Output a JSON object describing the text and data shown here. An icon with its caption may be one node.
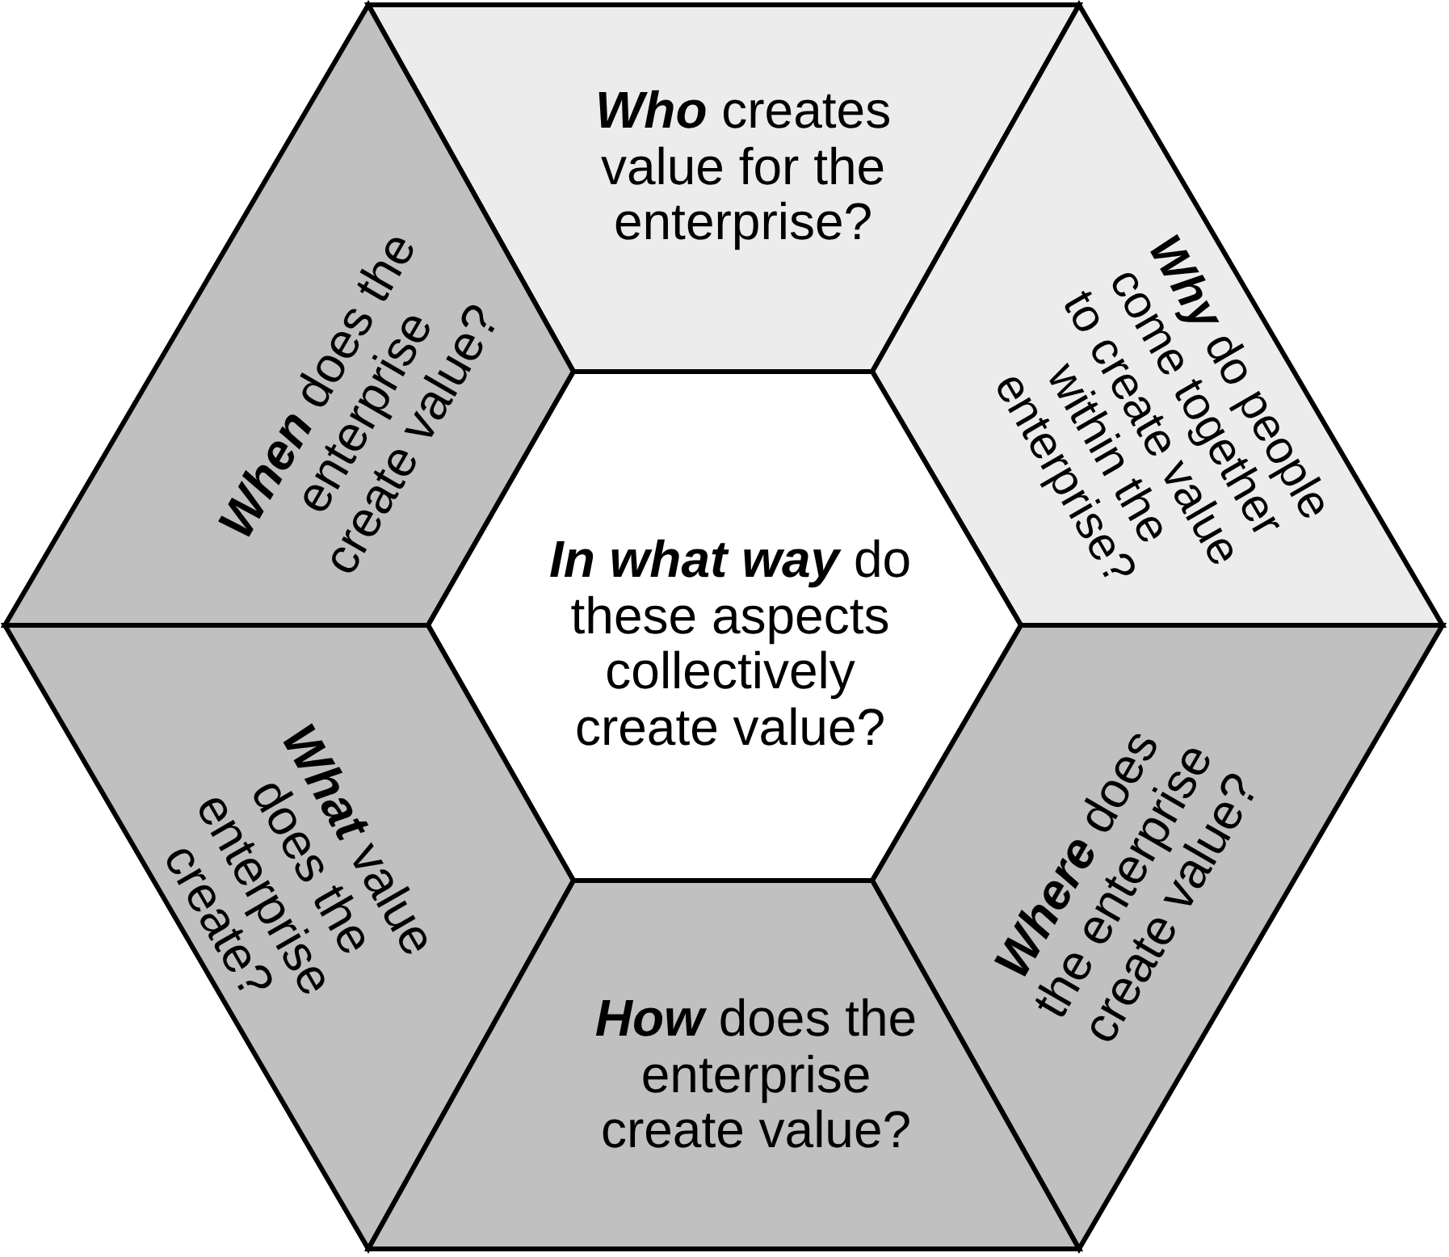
{
  "diagram": {
    "nodes": [
      {
        "text": [
          "**Who** creates value for the enterprise?"
        ]
      },
      {
        "text": [
          "**When** does the enterprise create value?"
        ]
      },
      {
        "text": [
          "**Why** do people come together to create value within the enterprise?"
        ]
      },
      {
        "text": [
          "**In what way** do these aspects collectively create value?"
        ]
      },
      {
        "text": [
          "**What** value does the enterprise create?"
        ]
      },
      {
        "text": [
          "**Where** does the enterprise create value?"
        ]
      },
      {
        "text": [
          "**How** does the enterprise create value?"
        ]
      }
    ]
  }
}
